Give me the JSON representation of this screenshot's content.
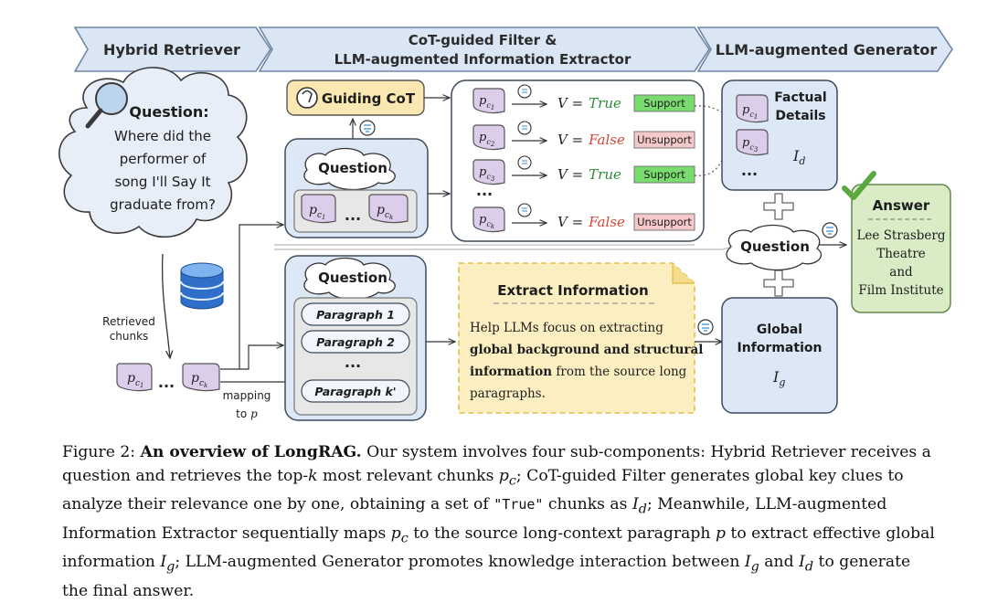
{
  "stages": {
    "retriever": "Hybrid Retriever",
    "filter_line1": "CoT-guided Filter &",
    "filter_line2": "LLM-augmented Information Extractor",
    "generator": "LLM-augmented Generator"
  },
  "question_cloud": {
    "title": "Question:",
    "lines": [
      "Where did the",
      "performer of",
      "song I'll Say It",
      "graduate from?"
    ]
  },
  "retrieved_label": [
    "Retrieved",
    "chunks"
  ],
  "mapping_label": [
    "mapping",
    "to"
  ],
  "mapping_var": "p",
  "chunk_var": "p",
  "ellipsis": "...",
  "guiding_cot": "Guiding CoT",
  "question_label": "Question",
  "filter_results": [
    {
      "sub": "c1",
      "value": "True",
      "verdict": "Support"
    },
    {
      "sub": "c2",
      "value": "False",
      "verdict": "Unsupport"
    },
    {
      "sub": "c3",
      "value": "True",
      "verdict": "Support"
    },
    {
      "sub": "ck",
      "value": "False",
      "verdict": "Unsupport"
    }
  ],
  "v_label": "V =",
  "paragraphs": [
    "Paragraph 1",
    "Paragraph 2",
    "...",
    "Paragraph k'"
  ],
  "extract": {
    "title": "Extract Information",
    "text_pre": "Help LLMs focus on extracting",
    "text_bold1": "global background and structural",
    "text_bold2": "information",
    "text_post1": " from the source long",
    "text_post2": "paragraphs."
  },
  "factual": {
    "title1": "Factual",
    "title2": "Details",
    "var": "I",
    "sub": "d"
  },
  "global_info": {
    "title1": "Global",
    "title2": "Information",
    "var": "I",
    "sub": "g"
  },
  "answer": {
    "title": "Answer",
    "lines": [
      "Lee Strasberg",
      "Theatre",
      "and",
      "Film Institute"
    ]
  },
  "colors": {
    "true": "#2e8b3a",
    "false": "#d0453a",
    "support_bg": "#79dc6e",
    "unsupport_bg": "#f5c9c9",
    "chunk_fill": "#dccdea",
    "panel_fill": "#dde8f6",
    "yellow_fill": "#fbefc1",
    "answer_fill": "#d9ecc6"
  },
  "caption": {
    "fig": "Figure 2:",
    "title": "An overview of LongRAG.",
    "t1": " Our system involves four sub-components: Hybrid Retriever receives a question and retrieves the top-",
    "k": "k",
    "t2": " most relevant chunks ",
    "pc": "p",
    "pc_sub": "c",
    "t3": "; CoT-guided Filter generates global key clues to analyze their relevance one by one, obtaining a set of ",
    "true_tok": "\"True\"",
    "t4": " chunks as ",
    "Id": "I",
    "Id_sub": "d",
    "t5": "; Meanwhile, LLM-augmented Information Extractor sequentially maps ",
    "pc2": "p",
    "pc2_sub": "c",
    "t6": " to the source long-context paragraph ",
    "p": "p",
    "t7": " to extract effective global information ",
    "Ig": "I",
    "Ig_sub": "g",
    "t8": "; LLM-augmented Generator promotes knowledge interaction between ",
    "Ig2": "I",
    "Ig2_sub": "g",
    "t9": " and ",
    "Id2": "I",
    "Id2_sub": "d",
    "t10": " to generate the final answer."
  }
}
